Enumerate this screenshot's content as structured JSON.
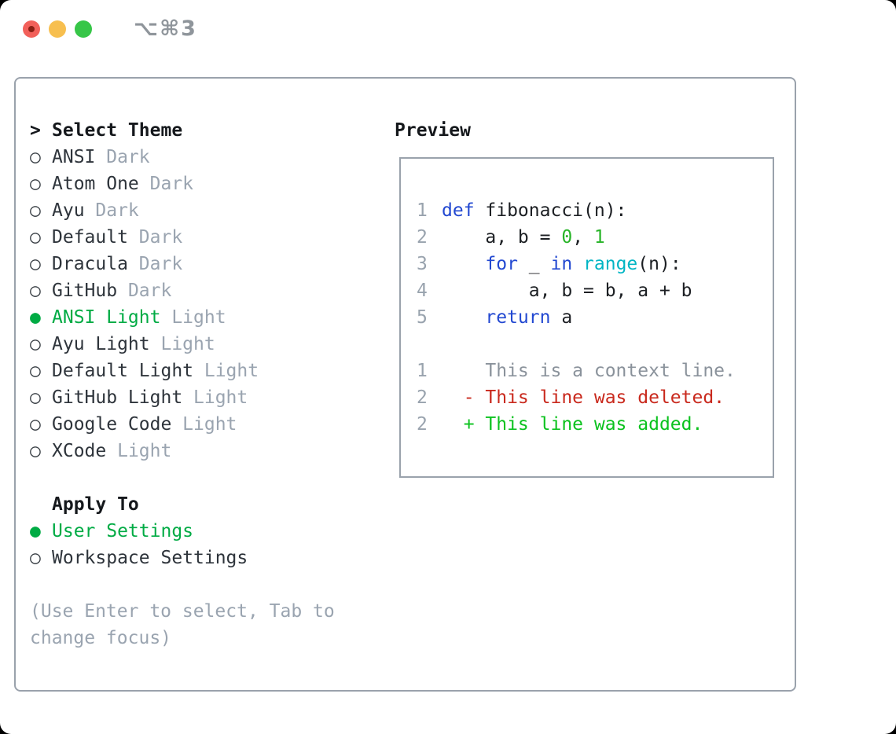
{
  "window": {
    "shortcut_label": "⌥⌘3",
    "traffic_lights": {
      "red": "#f2605a",
      "red_dot": "#8a1f14",
      "yellow": "#f7bf4f",
      "green": "#37c648"
    }
  },
  "palette": {
    "selection_green": "#00ab44",
    "keyword_blue": "#2248d1",
    "builtin_cyan": "#00b5c4",
    "number_green": "#28b428",
    "diff_deleted_red": "#c9291d",
    "diff_added_green": "#0bc21e",
    "context_gray": "#8a929b",
    "muted_gray": "#9aa4b0",
    "border_gray": "#9aa2ac"
  },
  "theme_list": {
    "header_marker": ">",
    "header": "Select Theme",
    "items": [
      {
        "marker": "○",
        "name": "ANSI",
        "tag": "Dark"
      },
      {
        "marker": "○",
        "name": "Atom One",
        "tag": "Dark"
      },
      {
        "marker": "○",
        "name": "Ayu",
        "tag": "Dark"
      },
      {
        "marker": "○",
        "name": "Default",
        "tag": "Dark"
      },
      {
        "marker": "○",
        "name": "Dracula",
        "tag": "Dark"
      },
      {
        "marker": "○",
        "name": "GitHub",
        "tag": "Dark"
      },
      {
        "marker": "●",
        "name": "ANSI Light",
        "tag": "Light",
        "selected": true,
        "color": "#00ab44"
      },
      {
        "marker": "○",
        "name": "Ayu Light",
        "tag": "Light"
      },
      {
        "marker": "○",
        "name": "Default Light",
        "tag": "Light"
      },
      {
        "marker": "○",
        "name": "GitHub Light",
        "tag": "Light"
      },
      {
        "marker": "○",
        "name": "Google Code",
        "tag": "Light"
      },
      {
        "marker": "○",
        "name": "XCode",
        "tag": "Light"
      }
    ]
  },
  "apply_to": {
    "header": "Apply To",
    "options": [
      {
        "marker": "●",
        "label": "User Settings",
        "selected": true,
        "color": "#00ab44"
      },
      {
        "marker": "○",
        "label": "Workspace Settings"
      }
    ]
  },
  "hint": "(Use Enter to select, Tab to change focus)",
  "preview": {
    "title": "Preview",
    "lines": [
      {
        "num": "1",
        "segments": [
          {
            "text": "def",
            "color": "#2248d1"
          },
          {
            "text": " fibonacci(n):"
          }
        ]
      },
      {
        "num": "2",
        "segments": [
          {
            "text": "    a, b = "
          },
          {
            "text": "0",
            "color": "#28b428"
          },
          {
            "text": ", "
          },
          {
            "text": "1",
            "color": "#28b428"
          }
        ]
      },
      {
        "num": "3",
        "segments": [
          {
            "text": "    "
          },
          {
            "text": "for",
            "color": "#2248d1"
          },
          {
            "text": " _ "
          },
          {
            "text": "in",
            "color": "#2248d1"
          },
          {
            "text": " "
          },
          {
            "text": "range",
            "color": "#00b5c4"
          },
          {
            "text": "(n):"
          }
        ]
      },
      {
        "num": "4",
        "segments": [
          {
            "text": "        a, b = b, a + b"
          }
        ]
      },
      {
        "num": "5",
        "segments": [
          {
            "text": "    "
          },
          {
            "text": "return",
            "color": "#2248d1"
          },
          {
            "text": " a"
          }
        ]
      },
      {
        "num": "",
        "segments": []
      },
      {
        "num": "1",
        "segments": [
          {
            "text": "    This is a context line.",
            "color": "#8a929b"
          }
        ]
      },
      {
        "num": "2",
        "segments": [
          {
            "text": "  - This line was deleted.",
            "color": "#c9291d"
          }
        ]
      },
      {
        "num": "2",
        "segments": [
          {
            "text": "  + This line was added.",
            "color": "#0bc21e"
          }
        ]
      }
    ]
  }
}
